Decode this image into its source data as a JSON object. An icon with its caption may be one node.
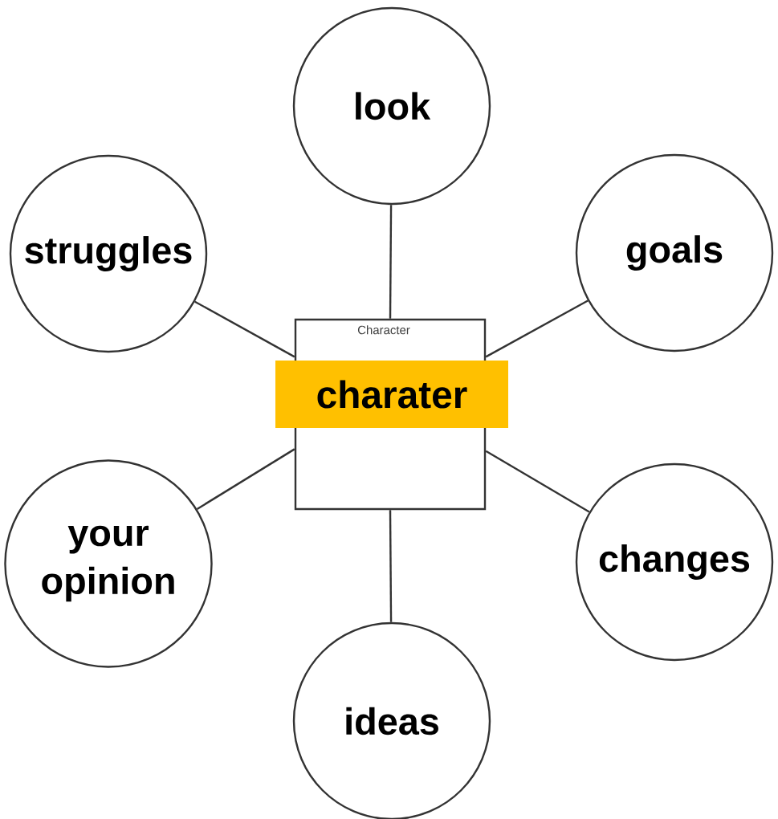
{
  "diagram": {
    "nodes": [
      {
        "text": [
          "Character"
        ]
      },
      {
        "text": [
          "charater"
        ]
      },
      {
        "text": [
          "look"
        ]
      },
      {
        "text": [
          "struggles"
        ]
      },
      {
        "text": [
          "goals"
        ]
      },
      {
        "text": [
          "your opinion"
        ]
      },
      {
        "text": [
          "changes"
        ]
      },
      {
        "text": [
          "ideas"
        ]
      }
    ],
    "edges": [
      {
        "from": 0,
        "to": 2,
        "arrow": "none"
      },
      {
        "from": 0,
        "to": 3,
        "arrow": "none"
      },
      {
        "from": 0,
        "to": 4,
        "arrow": "none"
      },
      {
        "from": 0,
        "to": 5,
        "arrow": "none"
      },
      {
        "from": 0,
        "to": 6,
        "arrow": "none"
      },
      {
        "from": 0,
        "to": 7,
        "arrow": "none"
      }
    ]
  }
}
